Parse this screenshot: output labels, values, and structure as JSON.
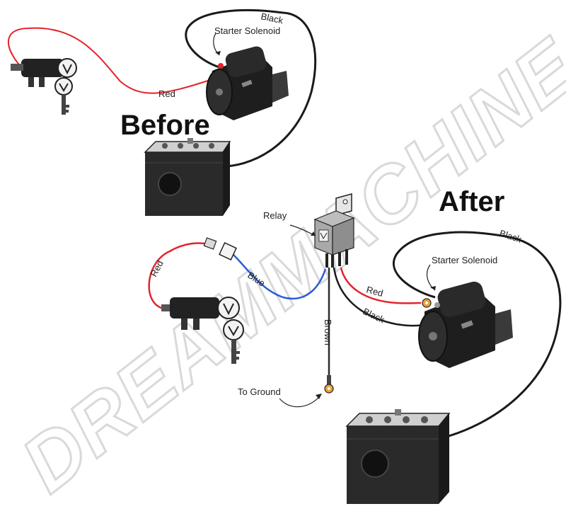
{
  "titles": {
    "before": "Before",
    "after": "After"
  },
  "labels": {
    "before_starter_solenoid": "Starter Solenoid",
    "before_black": "Black",
    "before_red": "Red",
    "relay": "Relay",
    "after_starter_solenoid": "Starter Solenoid",
    "after_black_top": "Black",
    "after_red_left": "Red",
    "after_blue": "Blue",
    "after_red_right": "Red",
    "after_black_right": "Black",
    "after_brown": "Brown",
    "to_ground": "To Ground"
  },
  "watermark": "DREAMMACHINE",
  "colors": {
    "red_wire": "#e3242b",
    "blue_wire": "#2a5bd7",
    "black_wire": "#1a1a1a",
    "brown_wire": "#2b2b2b",
    "terminal": "#e8a23c"
  }
}
